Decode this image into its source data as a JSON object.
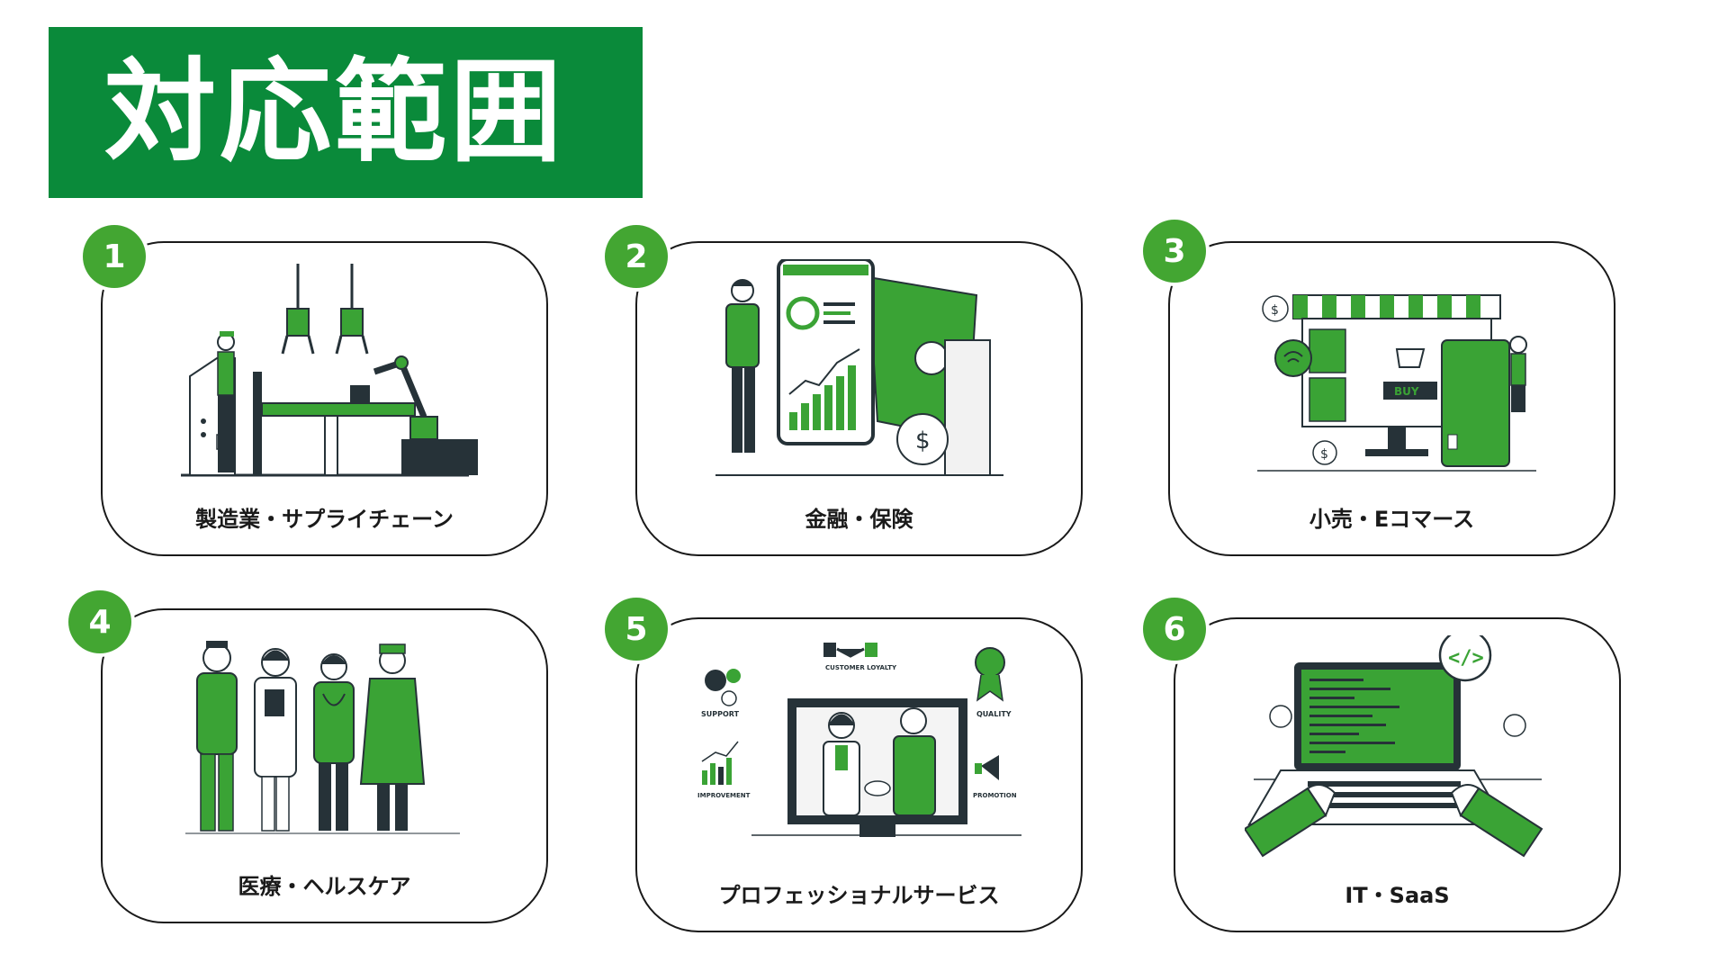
{
  "title": "対応範囲",
  "colors": {
    "brand_green": "#0a8a3a",
    "badge_green": "#43a632",
    "accent_green": "#3aa335",
    "dark": "#263238"
  },
  "cards": [
    {
      "number": "1",
      "label": "製造業・サプライチェーン",
      "illustration": "factory-robot-arm-illustration"
    },
    {
      "number": "2",
      "label": "金融・保険",
      "illustration": "smartphone-finance-illustration"
    },
    {
      "number": "3",
      "label": "小売・Eコマース",
      "illustration": "online-shop-illustration"
    },
    {
      "number": "4",
      "label": "医療・ヘルスケア",
      "illustration": "medical-staff-illustration"
    },
    {
      "number": "5",
      "label": "プロフェッショナルサービス",
      "illustration": "business-handshake-illustration"
    },
    {
      "number": "6",
      "label": "IT・SaaS",
      "illustration": "laptop-coding-illustration"
    }
  ],
  "illustration_text": {
    "buy": "BUY",
    "customer_loyalty": "CUSTOMER LOYALTY",
    "support": "SUPPORT",
    "quality": "QUALITY",
    "improvement": "IMPROVEMENT",
    "promotion": "PROMOTION",
    "code_tag": "</>"
  }
}
